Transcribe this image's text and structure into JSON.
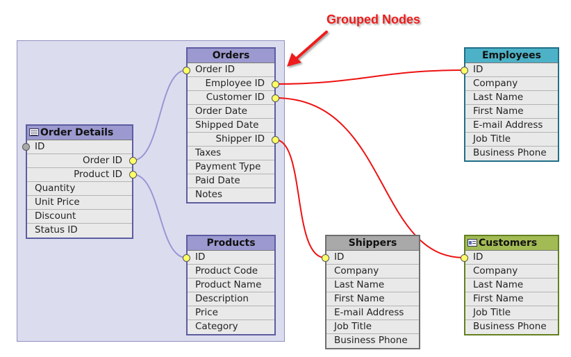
{
  "callout": {
    "label": "Grouped Nodes"
  },
  "colors": {
    "link_red": "#ee1111",
    "link_lavender": "#9a96d2",
    "group_bg": "#dcdcef"
  },
  "tables": {
    "orders": {
      "title": "Orders",
      "rows": [
        "Order ID",
        "Employee ID",
        "Customer ID",
        "Order Date",
        "Shipped Date",
        "Shipper ID",
        "Taxes",
        "Payment Type",
        "Paid Date",
        "Notes"
      ]
    },
    "order_details": {
      "title": "Order Details",
      "icon": "table-icon",
      "rows": [
        "ID",
        "Order ID",
        "Product ID",
        "Quantity",
        "Unit Price",
        "Discount",
        "Status ID"
      ]
    },
    "products": {
      "title": "Products",
      "rows": [
        "ID",
        "Product Code",
        "Product Name",
        "Description",
        "Price",
        "Category"
      ]
    },
    "employees": {
      "title": "Employees",
      "rows": [
        "ID",
        "Company",
        "Last Name",
        "First Name",
        "E-mail Address",
        "Job Title",
        "Business Phone"
      ]
    },
    "shippers": {
      "title": "Shippers",
      "rows": [
        "ID",
        "Company",
        "Last Name",
        "First Name",
        "E-mail Address",
        "Job Title",
        "Business Phone"
      ]
    },
    "customers": {
      "title": "Customers",
      "icon": "contact-card-icon",
      "rows": [
        "ID",
        "Company",
        "Last Name",
        "First Name",
        "Job Title",
        "Business Phone"
      ]
    }
  }
}
